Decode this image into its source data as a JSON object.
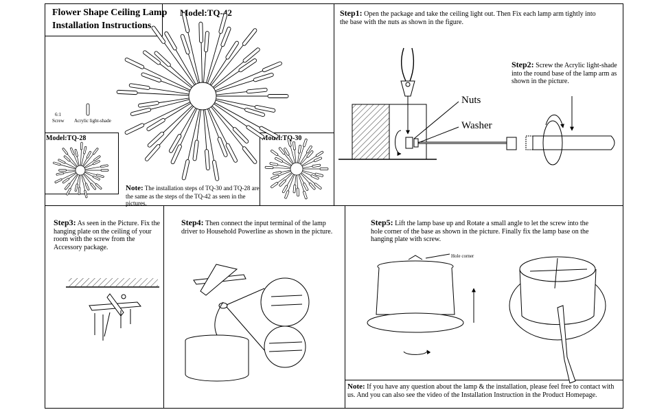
{
  "title": {
    "line1": "Flower Shape Ceiling Lamp",
    "line2": "Installation Instructions"
  },
  "model_main": "Model:TQ-42",
  "accessory": {
    "count": "6:1",
    "screw": "Screw",
    "shade": "Acrylic light-shade"
  },
  "model_28": "Model:TQ-28",
  "model_30": "Model:TQ-30",
  "note1": {
    "head": "Note:",
    "text": "The installation steps of TQ-30 and TQ-28 are the same as the steps of the TQ-42 as seen in the pictures."
  },
  "step1": {
    "head": "Step1:",
    "text": "Open the package and take the ceiling light out. Then Fix each lamp arm tightly into the base with the nuts as shown in the figure."
  },
  "labels": {
    "nuts": "Nuts",
    "washer": "Washer",
    "hole_corner": "Hole corner"
  },
  "step2": {
    "head": "Step2:",
    "text": "Screw the Acrylic light-shade into the round base of the lamp arm as shown in the picture."
  },
  "step3": {
    "head": "Step3:",
    "text": "As seen in the Picture. Fix the hanging plate on the ceiling of your room with the screw from the Accessory package."
  },
  "step4": {
    "head": "Step4:",
    "text": "Then connect the input terminal of the lamp driver to Household Powerline as shown in the picture."
  },
  "step5": {
    "head": "Step5:",
    "text": "Lift the lamp base up and Rotate a small angle to let the screw into the hole corner of the base as shown in the picture. Finally fix the lamp base on the hanging plate with screw."
  },
  "note2": {
    "head": "Note:",
    "text": "If you have any question about the lamp & the installation, please feel free to contact with us. And you can also see the video of the Installation Instruction in the Product Homepage."
  }
}
